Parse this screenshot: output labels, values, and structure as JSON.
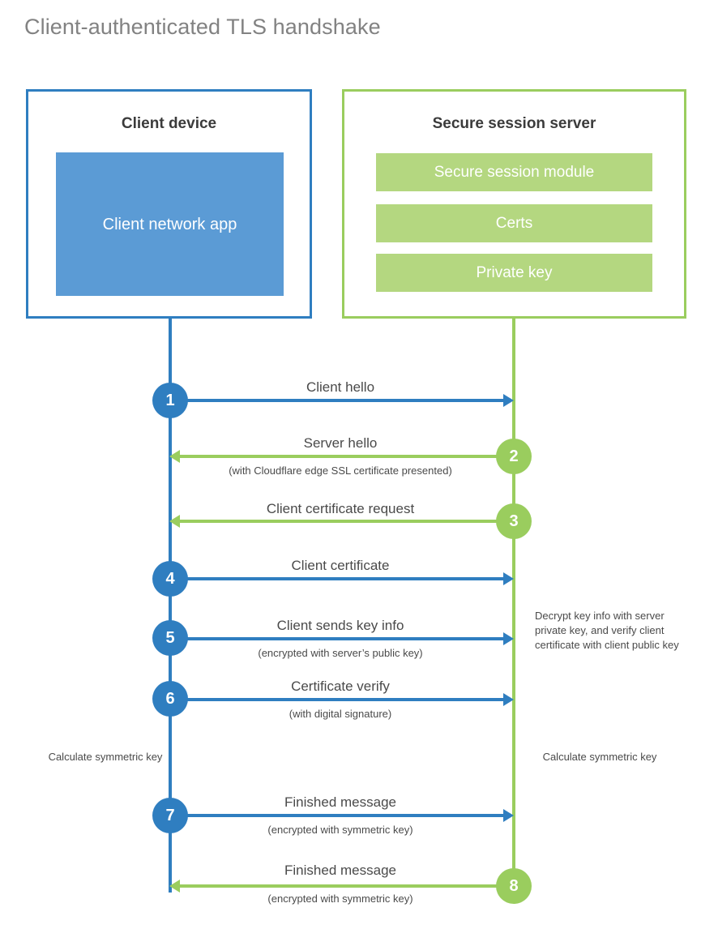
{
  "title": "Client-authenticated TLS handshake",
  "colors": {
    "client_blue": "#2f7ec0",
    "client_app_fill": "#5b9bd5",
    "server_green": "#9acd5e",
    "server_bar_fill": "#b4d780",
    "title_gray": "#828282",
    "text_gray": "#4a4a4a"
  },
  "parties": {
    "client": {
      "title": "Client device",
      "app_label": "Client network app"
    },
    "server": {
      "title": "Secure session server",
      "bars": [
        "Secure session module",
        "Certs",
        "Private key"
      ]
    }
  },
  "steps": [
    {
      "number": "1",
      "label": "Client hello",
      "sub": "",
      "direction": "client-to-server",
      "color": "blue"
    },
    {
      "number": "2",
      "label": "Server hello",
      "sub": "(with Cloudflare edge SSL certificate presented)",
      "direction": "server-to-client",
      "color": "green"
    },
    {
      "number": "3",
      "label": "Client certificate request",
      "sub": "",
      "direction": "server-to-client",
      "color": "green"
    },
    {
      "number": "4",
      "label": "Client certificate",
      "sub": "",
      "direction": "client-to-server",
      "color": "blue"
    },
    {
      "number": "5",
      "label": "Client sends key info",
      "sub": "(encrypted with server’s public key)",
      "direction": "client-to-server",
      "color": "blue"
    },
    {
      "number": "6",
      "label": "Certificate verify",
      "sub": "(with digital signature)",
      "direction": "client-to-server",
      "color": "blue"
    },
    {
      "number": "7",
      "label": "Finished message",
      "sub": "(encrypted with symmetric key)",
      "direction": "client-to-server",
      "color": "blue"
    },
    {
      "number": "8",
      "label": "Finished message",
      "sub": "(encrypted with symmetric key)",
      "direction": "server-to-client",
      "color": "green"
    }
  ],
  "notes": {
    "server_decrypt": "Decrypt key info with server private key, and verify client certificate with client public key",
    "client_calculate": "Calculate symmetric key",
    "server_calculate": "Calculate symmetric key"
  }
}
